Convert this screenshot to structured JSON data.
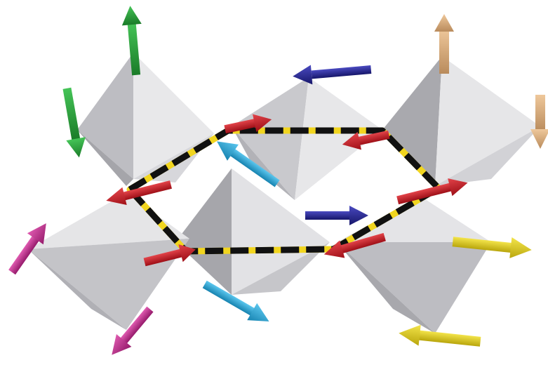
{
  "colors": {
    "background": "#ffffff",
    "octahedron_light": "#e6e6e8",
    "octahedron_mid": "#cfcfd3",
    "octahedron_dark": "#a9a9ae",
    "red": "#cc1a22",
    "green": "#28a33a",
    "tan": "#d9b07f",
    "navy": "#23238f",
    "cyan": "#23a6d8",
    "magenta": "#c6248f",
    "yellow": "#e3d11c",
    "dashed_outline": "#111111",
    "dashed_highlight": "#f1d51f"
  },
  "octahedra": [
    {
      "id": "top-left"
    },
    {
      "id": "top-center"
    },
    {
      "id": "top-right"
    },
    {
      "id": "middle-center"
    },
    {
      "id": "bottom-left"
    },
    {
      "id": "bottom-right"
    }
  ],
  "spin_arrows": [
    {
      "id": "green-up",
      "color": "green",
      "direction": "up"
    },
    {
      "id": "green-down",
      "color": "green",
      "direction": "down"
    },
    {
      "id": "tan-up",
      "color": "tan",
      "direction": "up"
    },
    {
      "id": "tan-down",
      "color": "tan",
      "direction": "down"
    },
    {
      "id": "navy-top",
      "color": "navy",
      "direction": "left"
    },
    {
      "id": "navy-middle",
      "color": "navy",
      "direction": "right"
    },
    {
      "id": "red-top-left",
      "color": "red",
      "direction": "right"
    },
    {
      "id": "red-top-right",
      "color": "red",
      "direction": "left"
    },
    {
      "id": "red-mid-left",
      "color": "red",
      "direction": "left"
    },
    {
      "id": "red-mid-right",
      "color": "red",
      "direction": "right"
    },
    {
      "id": "red-bottom-left",
      "color": "red",
      "direction": "right"
    },
    {
      "id": "red-bottom-right",
      "color": "red",
      "direction": "left"
    },
    {
      "id": "cyan-top",
      "color": "cyan",
      "direction": "up-left"
    },
    {
      "id": "cyan-bottom",
      "color": "cyan",
      "direction": "down-right"
    },
    {
      "id": "magenta-up",
      "color": "magenta",
      "direction": "up-right"
    },
    {
      "id": "magenta-down",
      "color": "magenta",
      "direction": "down-left"
    },
    {
      "id": "yellow-right",
      "color": "yellow",
      "direction": "right"
    },
    {
      "id": "yellow-left",
      "color": "yellow",
      "direction": "left"
    }
  ],
  "unit_cell": {
    "style": "dashed",
    "shape": "hexagon"
  }
}
